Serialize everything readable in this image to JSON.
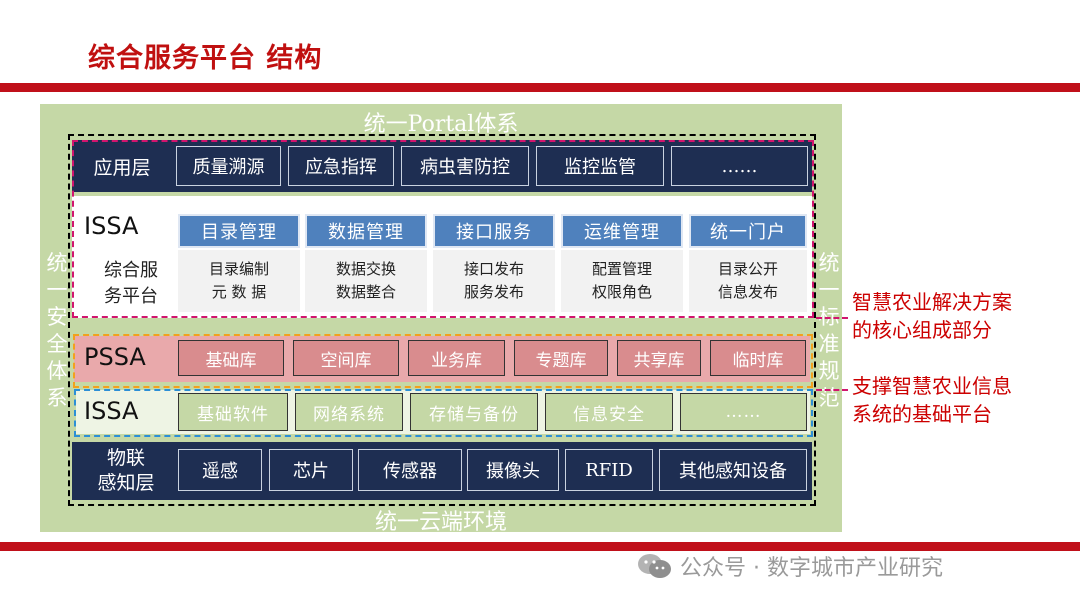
{
  "title": "综合服务平台 结构",
  "top_band": "统一Portal体系",
  "bottom_band": "统一云端环境",
  "left_side": [
    "统",
    "一",
    "安",
    "全",
    "体",
    "系"
  ],
  "right_side": [
    "统",
    "一",
    "标",
    "准",
    "规",
    "范"
  ],
  "app_layer": {
    "label": "应用层",
    "items": [
      "质量溯源",
      "应急指挥",
      "病虫害防控",
      "监控监管",
      "……"
    ]
  },
  "issa_top": {
    "label": "ISSA",
    "sub_label_1": "综合服",
    "sub_label_2": "务平台",
    "columns": [
      {
        "head": "目录管理",
        "line1": "目录编制",
        "line2": "元 数 据"
      },
      {
        "head": "数据管理",
        "line1": "数据交换",
        "line2": "数据整合"
      },
      {
        "head": "接口服务",
        "line1": "接口发布",
        "line2": "服务发布"
      },
      {
        "head": "运维管理",
        "line1": "配置管理",
        "line2": "权限角色"
      },
      {
        "head": "统一门户",
        "line1": "目录公开",
        "line2": "信息发布"
      }
    ]
  },
  "pssa": {
    "label": "PSSA",
    "items": [
      "基础库",
      "空间库",
      "业务库",
      "专题库",
      "共享库",
      "临时库"
    ]
  },
  "issa_bottom": {
    "label": "ISSA",
    "items": [
      "基础软件",
      "网络系统",
      "存储与备份",
      "信息安全",
      "……"
    ]
  },
  "iot": {
    "label_1": "物联",
    "label_2": "感知层",
    "items": [
      "遥感",
      "芯片",
      "传感器",
      "摄像头",
      "RFID",
      "其他感知设备"
    ]
  },
  "annotations": {
    "upper_1": "智慧农业解决方案",
    "upper_2": "的核心组成部分",
    "lower_1": "支撑智慧农业信息",
    "lower_2": "系统的基础平台"
  },
  "footer": "公众号 · 数字城市产业研究"
}
